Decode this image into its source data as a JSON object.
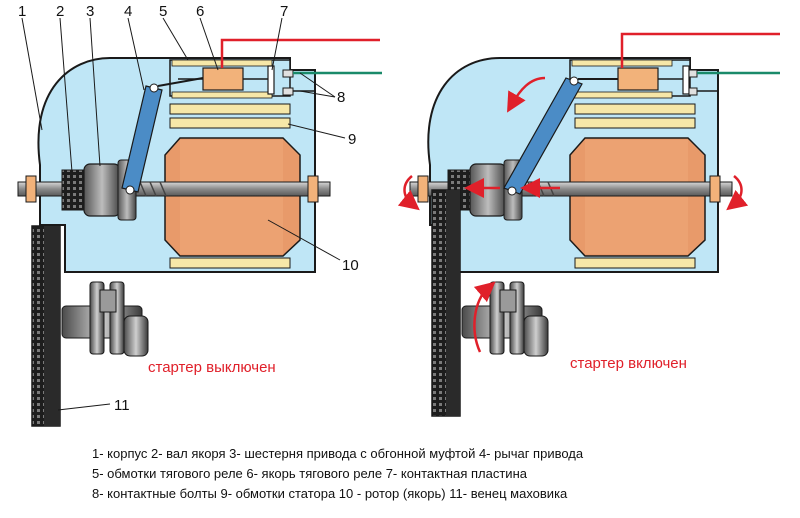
{
  "labels": {
    "n1": "1",
    "n2": "2",
    "n3": "3",
    "n4": "4",
    "n5": "5",
    "n6": "6",
    "n7": "7",
    "n8": "8",
    "n9": "9",
    "n10": "10",
    "n11": "11"
  },
  "left_panel": {
    "state_text": "стартер выключен"
  },
  "right_panel": {
    "state_text": "стартер включен"
  },
  "legend": {
    "line1": "1- корпус 2- вал якоря 3- шестерня привода с обгонной муфтой 4- рычаг привода",
    "line2": "5- обмотки тягового реле 6- якорь тягового реле 7- контактная пластина",
    "line3": "8- контактные болты 9- обмотки статора 10 - ротор (якорь) 11- венец маховика"
  },
  "colors": {
    "housing": "#bfe6f6",
    "outline": "#1a1a1a",
    "rotor": "#e89a6a",
    "rotor_dark": "#c96e3e",
    "winding": "#f6e7a8",
    "lever": "#4b8cc6",
    "gear": "#2a2a2a",
    "wire_red": "#e0202a",
    "wire_green": "#1a8a6a",
    "state_text": "#e0202a"
  }
}
